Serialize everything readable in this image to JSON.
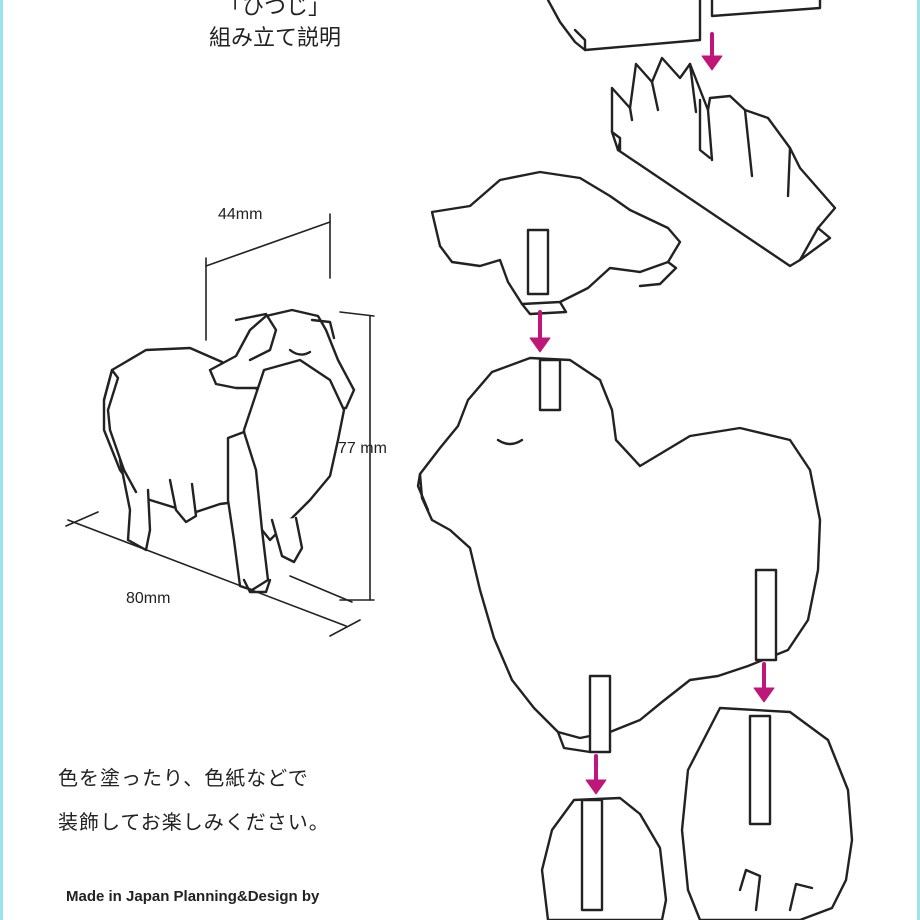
{
  "header": {
    "title": "「ひつじ」",
    "subtitle": "組み立て説明"
  },
  "dimensions": {
    "depth": "44mm",
    "height": "77 mm",
    "width": "80mm"
  },
  "notes": {
    "line1": "色を塗ったり、色紙などで",
    "line2": "装飾してお楽しみください。"
  },
  "footer": {
    "credit": "Made in Japan Planning&Design by"
  },
  "colors": {
    "arrow": "#c0167a",
    "frame": "#9fe3ea",
    "line": "#222222"
  }
}
